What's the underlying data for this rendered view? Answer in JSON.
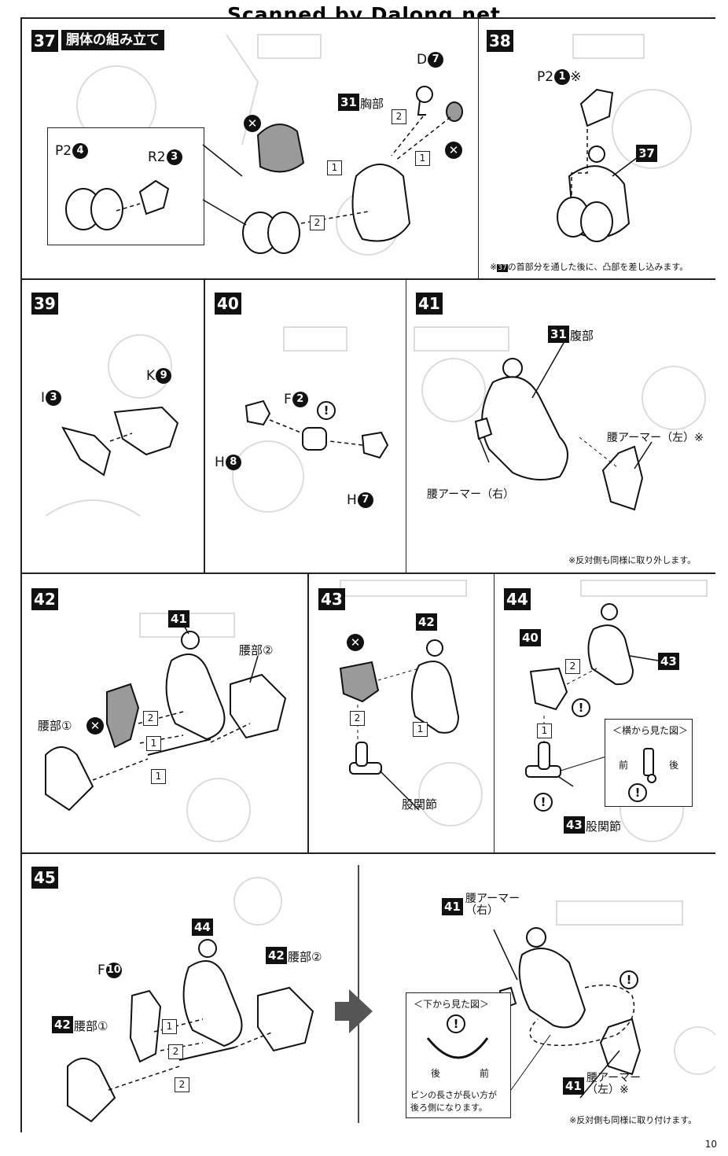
{
  "watermark": "Scanned by Dalong.net",
  "page_number": "10",
  "steps": {
    "s37": {
      "number": "37",
      "title": "胴体の組み立て",
      "inset_parts": [
        {
          "name": "P2",
          "num": "4"
        },
        {
          "name": "R2",
          "num": "3"
        }
      ],
      "part_d": {
        "name": "D",
        "num": "7"
      },
      "chest_ref": "31",
      "chest_label": "胸部",
      "seq": [
        "1",
        "2",
        "2",
        "1"
      ]
    },
    "s38": {
      "number": "38",
      "part": {
        "name": "P2",
        "num": "1",
        "mark": "※"
      },
      "ref": "37",
      "note_ref": "37",
      "note_text": "の首部分を通した後に、凸部を差し込みます。",
      "note_prefix": "※"
    },
    "s39": {
      "number": "39",
      "parts": [
        {
          "name": "I",
          "num": "3"
        },
        {
          "name": "K",
          "num": "9"
        }
      ]
    },
    "s40": {
      "number": "40",
      "parts": [
        {
          "name": "F",
          "num": "2"
        },
        {
          "name": "H",
          "num": "8"
        },
        {
          "name": "H",
          "num": "7"
        }
      ]
    },
    "s41": {
      "number": "41",
      "ref": "31",
      "ref_label": "腹部",
      "armor_left": "腰アーマー（左）※",
      "armor_right": "腰アーマー（右）",
      "note": "※反対側も同様に取り外します。"
    },
    "s42": {
      "number": "42",
      "ref": "41",
      "waist2": "腰部②",
      "waist1": "腰部①",
      "seq": [
        "2",
        "1",
        "1"
      ]
    },
    "s43": {
      "number": "43",
      "ref": "42",
      "hip": "股関節",
      "seq": [
        "1",
        "2"
      ]
    },
    "s44": {
      "number": "44",
      "ref_top": "40",
      "ref_right": "43",
      "ref_bottom": "43",
      "hip": "股関節",
      "inset_title": "＜横から見た図＞",
      "front": "前",
      "back": "後",
      "seq": [
        "2",
        "1"
      ]
    },
    "s45": {
      "number": "45",
      "ref_center": "44",
      "ref_waist2": "42",
      "waist2": "腰部②",
      "part_f": {
        "name": "F",
        "num": "10"
      },
      "ref_waist1": "42",
      "waist1": "腰部①",
      "seq": [
        "1",
        "2",
        "2"
      ],
      "armor_right_ref": "41",
      "armor_right_1": "腰アーマー",
      "armor_right_2": "（右）",
      "armor_left_ref": "41",
      "armor_left_1": "腰アーマー",
      "armor_left_2": "（左）※",
      "inset_title": "＜下から見た図＞",
      "back": "後",
      "front": "前",
      "inset_note_1": "ピンの長さが長い方が",
      "inset_note_2": "後ろ側になります。",
      "note": "※反対側も同様に取り付けます。"
    }
  },
  "marks": {
    "wrong": "✕",
    "caution": "!",
    "arrow": "➡"
  },
  "colors": {
    "ink": "#111111",
    "ghost": "#d8d8d8",
    "shade": "#9a9a9a"
  }
}
